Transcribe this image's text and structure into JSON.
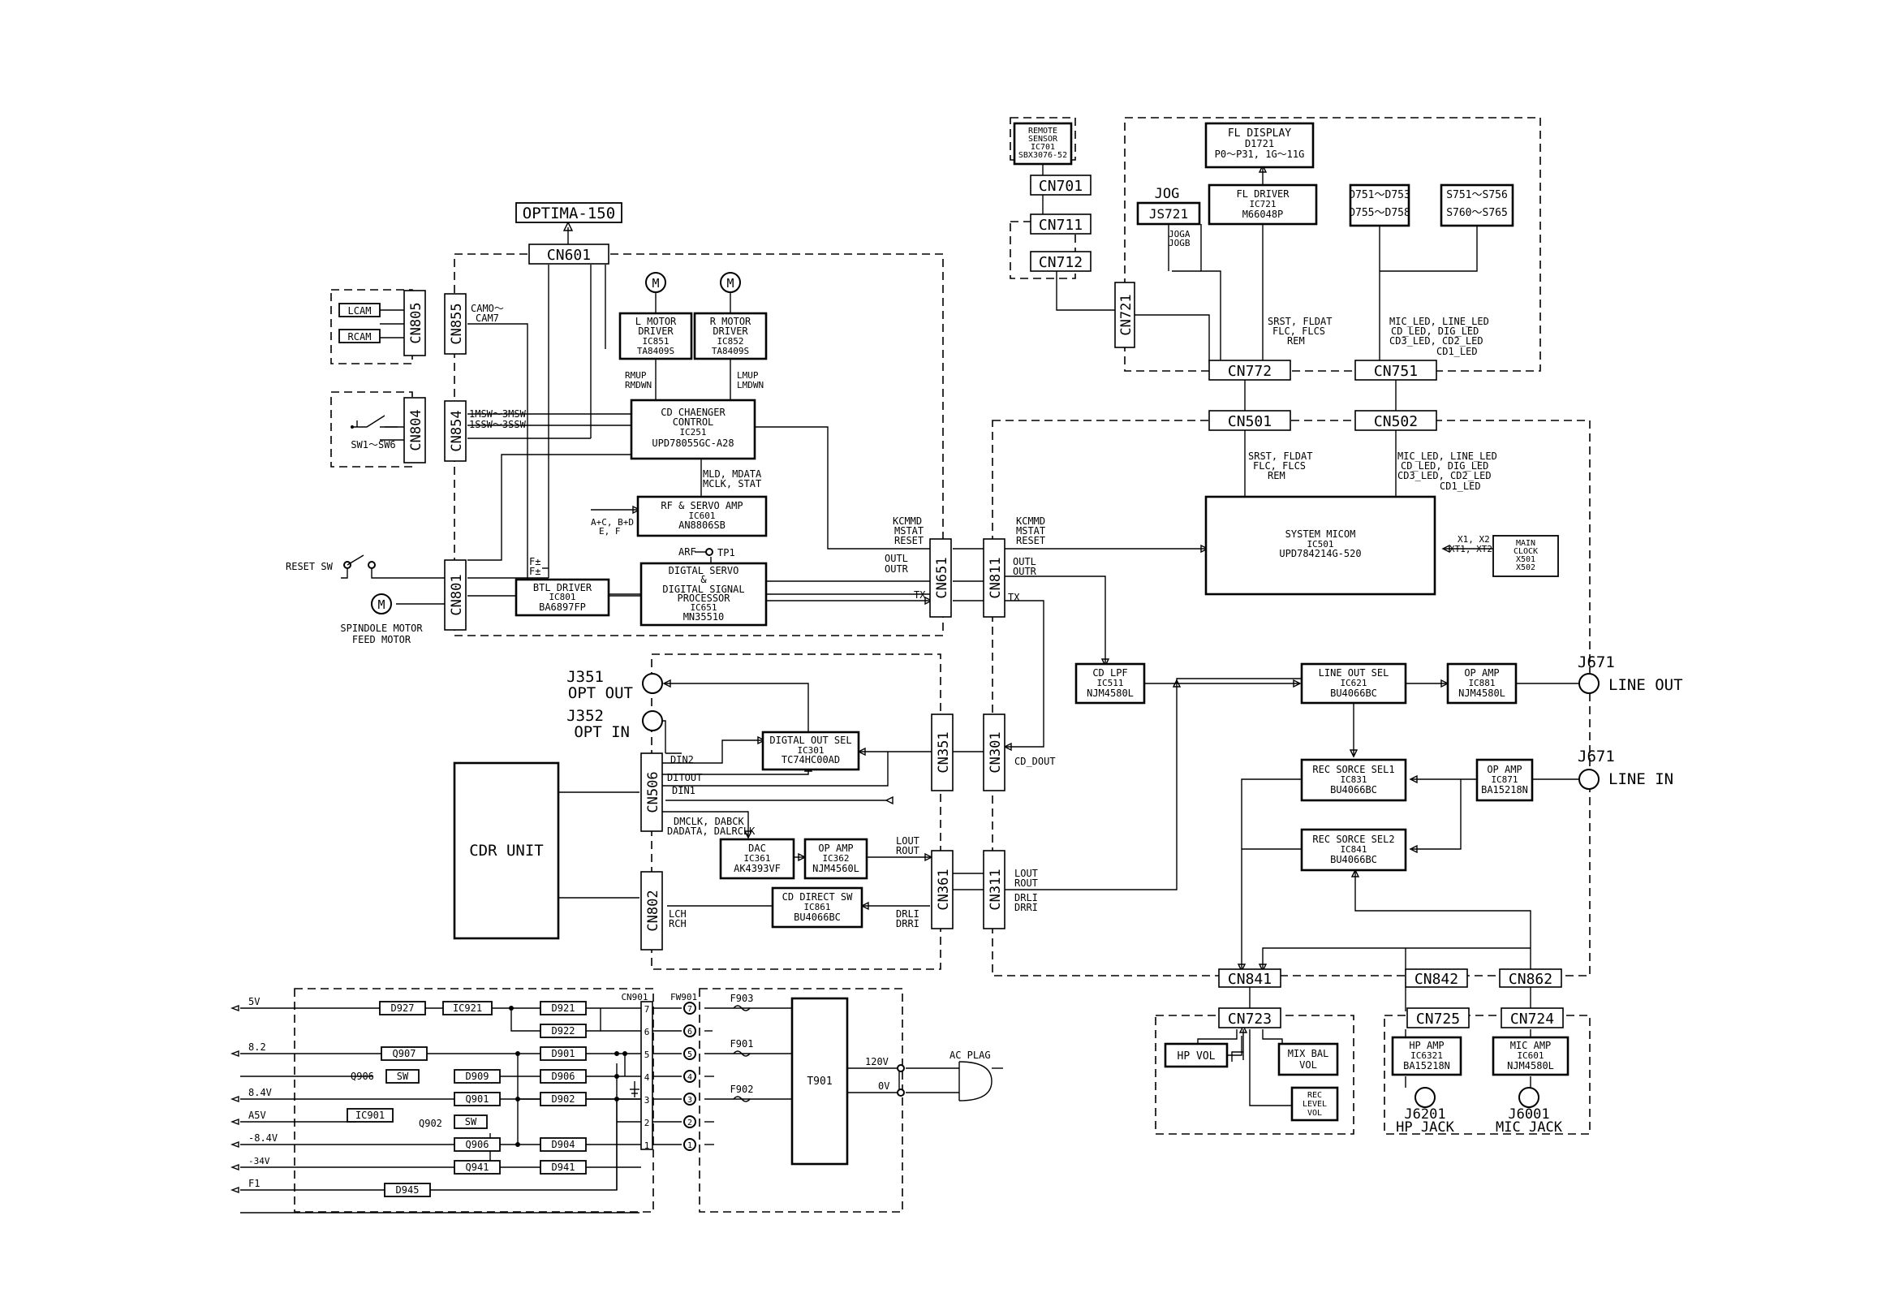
{
  "title": "OPTIMA-150",
  "connectors": {
    "cn601": "CN601",
    "cn805": "CN805",
    "cn855": "CN855",
    "cn804": "CN804",
    "cn854": "CN854",
    "cn801": "CN801",
    "cn651": "CN651",
    "cn811": "CN811",
    "cn351": "CN351",
    "cn301": "CN301",
    "cn506": "CN506",
    "cn802": "CN802",
    "cn361": "CN361",
    "cn311": "CN311",
    "cn701": "CN701",
    "cn711": "CN711",
    "cn712": "CN712",
    "cn721": "CN721",
    "cn772": "CN772",
    "cn751": "CN751",
    "cn501": "CN501",
    "cn502": "CN502",
    "cn841": "CN841",
    "cn842": "CN842",
    "cn862": "CN862",
    "cn723": "CN723",
    "cn725": "CN725",
    "cn724": "CN724",
    "cn901": "CN901"
  },
  "blocks": {
    "lcam": "LCAM",
    "rcam": "RCAM",
    "sw1sw6": "SW1～SW6",
    "reset_sw": "RESET SW",
    "spindle_motor": [
      "SPINDOLE MOTOR",
      "FEED MOTOR"
    ],
    "motor_symbol": "M",
    "l_motor_driver": [
      "L MOTOR",
      "DRIVER",
      "IC851",
      "TA8409S"
    ],
    "r_motor_driver": [
      "R MOTOR",
      "DRIVER",
      "IC852",
      "TA8409S"
    ],
    "cd_changer_control": [
      "CD CHAENGER",
      "CONTROL",
      "IC251",
      "UPD78055GC-A28"
    ],
    "rf_servo_amp": [
      "RF & SERVO AMP",
      "IC601",
      "AN8806SB"
    ],
    "digital_servo": [
      "DIGTAL SERVO",
      "&",
      "DIGITAL SIGNAL",
      "PROCESSOR",
      "IC651",
      "MN35510"
    ],
    "btl_driver": [
      "BTL DRIVER",
      "IC801",
      "BA6897FP"
    ],
    "remote_sensor": [
      "REMOTE",
      "SENSOR",
      "IC701",
      "SBX3076-52"
    ],
    "fl_display": [
      "FL DISPLAY",
      "D1721",
      "P0～P31, 1G～11G"
    ],
    "fl_driver": [
      "FL DRIVER",
      "IC721",
      "M66048P"
    ],
    "jog": [
      "JOG",
      "JS721"
    ],
    "jog_lines": [
      "JOGA",
      "JOGB"
    ],
    "leds": [
      "D751～D753",
      "D755～D758"
    ],
    "switches": [
      "S751～S756",
      "S760～S765"
    ],
    "system_micom": [
      "SYSTEM MICOM",
      "IC501",
      "UPD784214G-520"
    ],
    "main_clock": [
      "MAIN",
      "CLOCK",
      "X501",
      "X502"
    ],
    "cd_lpf": [
      "CD LPF",
      "IC511",
      "NJM4580L"
    ],
    "line_out_sel": [
      "LINE OUT SEL",
      "IC621",
      "BU4066BC"
    ],
    "op_amp_881": [
      "OP AMP",
      "IC881",
      "NJM4580L"
    ],
    "rec_sel1": [
      "REC SORCE SEL1",
      "IC831",
      "BU4066BC"
    ],
    "rec_sel2": [
      "REC SORCE SEL2",
      "IC841",
      "BU4066BC"
    ],
    "op_amp_871": [
      "OP AMP",
      "IC871",
      "BA15218N"
    ],
    "digital_out_sel": [
      "DIGTAL OUT SEL",
      "IC301",
      "TC74HC00AD"
    ],
    "dac": [
      "DAC",
      "IC361",
      "AK4393VF"
    ],
    "op_amp_362": [
      "OP AMP",
      "IC362",
      "NJM4560L"
    ],
    "cd_direct_sw": [
      "CD DIRECT SW",
      "IC861",
      "BU4066BC"
    ],
    "cdr_unit": "CDR UNIT",
    "hp_vol": "HP VOL",
    "mix_bal_vol": [
      "MIX BAL",
      "VOL"
    ],
    "rec_level_vol": [
      "REC",
      "LEVEL",
      "VOL"
    ],
    "hp_amp": [
      "HP AMP",
      "IC6321",
      "BA15218N"
    ],
    "mic_amp": [
      "MIC AMP",
      "IC601",
      "NJM4580L"
    ],
    "t901": "T901",
    "ac_plag": "AC PLAG",
    "tp1": "TP1"
  },
  "jacks": {
    "j351": [
      "J351",
      "OPT OUT"
    ],
    "j352": [
      "J352",
      "OPT IN"
    ],
    "line_out": [
      "J671",
      "LINE OUT"
    ],
    "line_in": [
      "J671",
      "LINE IN"
    ],
    "hp_jack": [
      "J6201",
      "HP JACK"
    ],
    "mic_jack": [
      "J6001",
      "MIC JACK"
    ]
  },
  "signals": {
    "camo": [
      "CAMO～",
      "CAM7"
    ],
    "msw": [
      "1MSW～3MSW",
      "1SSW～3SSW"
    ],
    "rmup": [
      "RMUP",
      "RMDWN"
    ],
    "lmup": [
      "LMUP",
      "LMDWN"
    ],
    "mld": [
      "MLD, MDATA",
      "MCLK, STAT"
    ],
    "ac_bd": [
      "A+C, B+D",
      "E, F"
    ],
    "arf": "ARF",
    "fpm": [
      "F±",
      "F±"
    ],
    "kcmmd_l": [
      "KCMMD",
      "MSTAT",
      "RESET"
    ],
    "kcmmd_r": [
      "KCMMD",
      "MSTAT",
      "RESET"
    ],
    "outl_l": [
      "OUTL",
      "OUTR"
    ],
    "outl_r": [
      "OUTL",
      "OUTR"
    ],
    "tx_l": "TX",
    "tx_r": "TX",
    "srst_top": [
      "SRST, FLDAT",
      "FLC, FLCS",
      "REM"
    ],
    "srst_bot": [
      "SRST, FLDAT",
      "FLC, FLCS",
      "REM"
    ],
    "mic_led_top": [
      "MIC_LED, LINE_LED",
      "CD_LED, DIG_LED",
      "CD3_LED, CD2_LED",
      "CD1_LED"
    ],
    "mic_led_bot": [
      "MIC_LED, LINE_LED",
      "CD_LED, DIG_LED",
      "CD3_LED, CD2_LED",
      "CD1_LED"
    ],
    "x1x2": [
      "X1, X2",
      "XT1, XT2"
    ],
    "cd_dout": "CD_DOUT",
    "din2": "DIN2",
    "ditout": [
      "DITOUT",
      "DIN1"
    ],
    "dmclk": [
      "DMCLK, DABCK",
      "DADATA, DALRCLK"
    ],
    "lout_361": [
      "LOUT",
      "ROUT"
    ],
    "lout_311": [
      "LOUT",
      "ROUT"
    ],
    "drli_361": [
      "DRLI",
      "DRRI"
    ],
    "drli_311": [
      "DRLI",
      "DRRI"
    ],
    "lch": [
      "LCH",
      "RCH"
    ]
  },
  "power": {
    "rails": [
      "5V",
      "8.2",
      "8.4V",
      "A5V",
      "-8.4V",
      "-34V",
      "F1"
    ],
    "parts": {
      "d927": "D927",
      "ic921": "IC921",
      "d921": "D921",
      "d922": "D922",
      "q907": "Q907",
      "d901": "D901",
      "q906_lbl": "Q906",
      "sw1": "SW",
      "d909": "D909",
      "d906": "D906",
      "q901": "Q901",
      "d902": "D902",
      "ic901": "IC901",
      "q902_lbl": "Q902",
      "sw2": "SW",
      "q906": "Q906",
      "d904": "D904",
      "q941": "Q941",
      "d941": "D941",
      "d945": "D945"
    },
    "pins": [
      "7",
      "6",
      "5",
      "4",
      "3",
      "2",
      "1"
    ],
    "fw901": "FW901",
    "fuses": [
      "F903",
      "F901",
      "F902"
    ],
    "v120": "120V",
    "v0": "0V"
  }
}
